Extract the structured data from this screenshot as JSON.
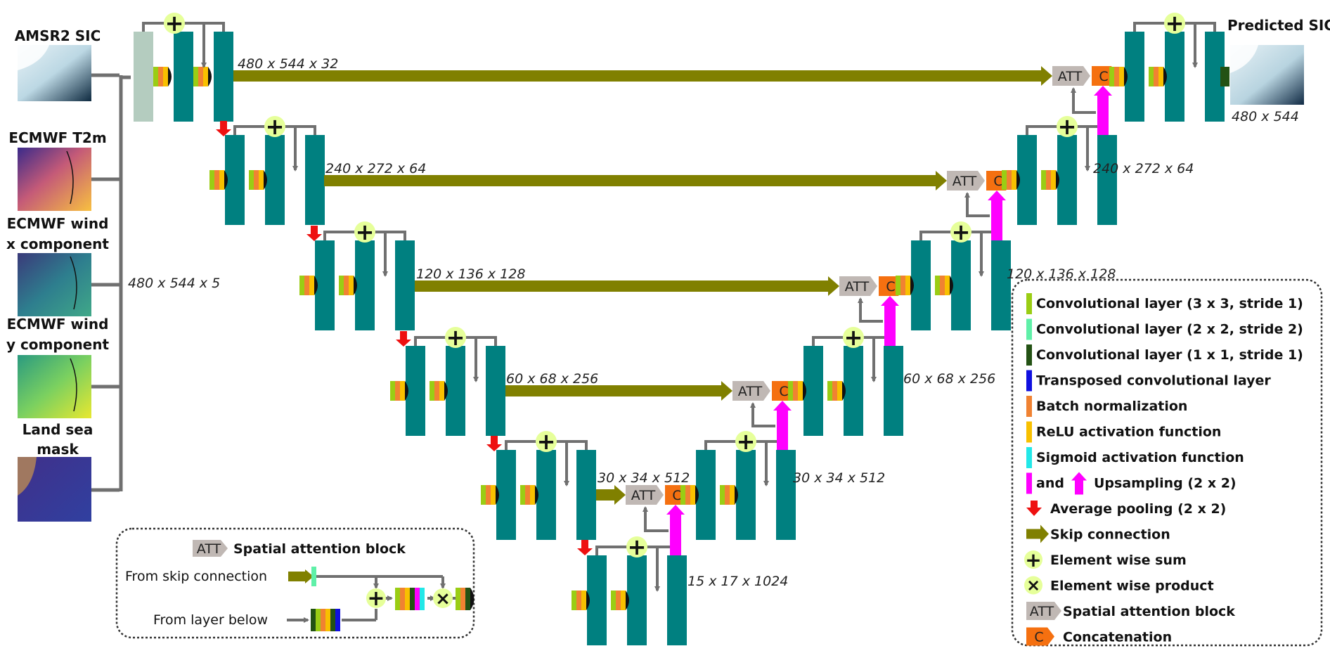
{
  "inputs": [
    {
      "label": "AMSR2 SIC"
    },
    {
      "label": "ECMWF T2m"
    },
    {
      "label": "ECMWF wind\nx component"
    },
    {
      "label": "ECMWF wind\ny component"
    },
    {
      "label": "Land sea\nmask"
    }
  ],
  "input_dims": "480 x 544 x 5",
  "output": {
    "label": "Predicted SIC",
    "dims": "480 x 544"
  },
  "encoder_dims": [
    "480 x 544 x 32",
    "240 x 272 x 64",
    "120 x 136 x 128",
    "60 x 68 x 256",
    "30 x 34 x 512"
  ],
  "bottleneck_dims": "15 x 17 x 1024",
  "decoder_dims": [
    "240 x 272 x 64",
    "120 x 136 x 128",
    "60 x 68 x 256",
    "30 x 34 x 512"
  ],
  "att_text": "ATT",
  "concat_text": "C",
  "legend": [
    {
      "text": "Convolutional layer (3 x 3, stride 1)",
      "color": "#9acd14"
    },
    {
      "text": "Convolutional layer (2 x 2, stride 2)",
      "color": "#5ff0a8"
    },
    {
      "text": "Convolutional layer (1 x 1, stride 1)",
      "color": "#235214"
    },
    {
      "text": "Transposed convolutional layer",
      "color": "#1010e0"
    },
    {
      "text": "Batch normalization",
      "color": "#f08232"
    },
    {
      "text": "ReLU activation function",
      "color": "#f8c000"
    },
    {
      "text": "Sigmoid activation function",
      "color": "#22e8e8"
    },
    {
      "text": "Upsampling (2 x 2)",
      "and": "and",
      "color": "#ff00ff"
    },
    {
      "text": "Average pooling (2 x 2)",
      "color": "#ee1010"
    },
    {
      "text": "Skip connection",
      "color": "#808000"
    },
    {
      "text": "Element wise sum",
      "color": "#e6ff9a"
    },
    {
      "text": "Element wise product",
      "color": "#e6ff9a"
    },
    {
      "text": "Spatial attention block",
      "color": "#c0b8b4"
    },
    {
      "text": "Concatenation",
      "color": "#f57010"
    }
  ],
  "inset": {
    "title": "Spatial attention block",
    "from_skip": "From skip connection",
    "from_below": "From layer below"
  },
  "colors": {
    "block": "#008080",
    "first_block": "#b4ccbf",
    "skip": "#808000",
    "pool": "#ee1010",
    "upsample": "#ff00ff",
    "att": "#c0b8b4",
    "concat": "#f57010",
    "sum": "#e6ff9a",
    "arrow": "#707070",
    "output_conv": "#235214"
  }
}
